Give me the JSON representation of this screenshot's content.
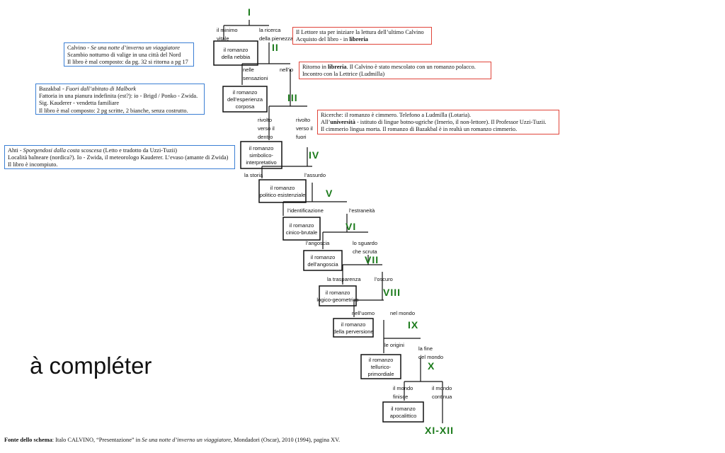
{
  "notes": {
    "calvino": {
      "title_a": "Calvino - ",
      "title_b": "Se una notte d’inverno un viaggiatore",
      "line2": "Scambio notturno di valige in una città del Nord",
      "line3": "Il libro è mal composto: da pg. 32 si ritorna a pg 17"
    },
    "bazakbal": {
      "title_a": "Bazakbal - ",
      "title_b": "Fuori dall’abitato di Malbork",
      "line2": "Fattoria in una pianura indefinita (est?): io - Brigd / Ponko - Zwida.",
      "line3": "Sig. Kauderer - vendetta familiare",
      "line4": "Il libro è mal composto: 2 pg scritte, 2 bianche, senza costrutto."
    },
    "ahti": {
      "title_a": "Ahti - ",
      "title_b": "Sporgendosi dalla costa scoscesa",
      "title_c": " (Letto e tradotto da Uzzi-Tuzii)",
      "line2": "Località balneare (nordica?). Io - Zwida, il meteorologo Kauderer. L’evaso (amante di Zwida)",
      "line3": "Il libro è incompiuto."
    },
    "lettore": {
      "line1": "Il Lettore sta per iniziare la lettura dell’ultimo Calvino",
      "line2_a": "Acquisto del libro - in ",
      "line2_b": "libreria"
    },
    "ritorno": {
      "line1_a": "Ritorno in ",
      "line1_b": "libreria",
      "line1_c": ". Il Calvino è stato mescolato con un romanzo polacco.",
      "line2": "Incontro con la Lettrice (Ludmilla)"
    },
    "ricerche": {
      "line1": "Ricerche: il romanzo è cimmero. Telefono a Ludmilla (Lotaria).",
      "line2_a": "All’",
      "line2_b": "università",
      "line2_c": " - istituto di lingue botno-ugriche (Irnerio, il non-lettore). Il Professor Uzzi-Tuzii.",
      "line3": "Il cimmerio lingua morta. Il romanzo di Bazakbal è in realtà un romanzo cimmerio."
    }
  },
  "tree": {
    "levels": [
      {
        "roman": "I",
        "left": [
          "il minimo",
          "vitale"
        ],
        "right": [
          "la ricerca",
          "della pienezza"
        ],
        "node": [
          "il romanzo",
          "della nebbia"
        ]
      },
      {
        "roman": "II",
        "left": [
          "nelle",
          "sensazioni"
        ],
        "right": [
          "nell’io"
        ],
        "node": [
          "il romanzo",
          "dell’esperienza",
          "corposa"
        ]
      },
      {
        "roman": "III",
        "left": [
          "rivolto",
          "verso il",
          "dentro"
        ],
        "right": [
          "rivolto",
          "verso il",
          "fuori"
        ],
        "node": [
          "il romanzo",
          "simbolico-",
          "interpretativo"
        ]
      },
      {
        "roman": "IV",
        "left": [
          "la storia"
        ],
        "right": [
          "l’assurdo"
        ],
        "node": [
          "il romanzo",
          "politico esistenziale"
        ]
      },
      {
        "roman": "V",
        "left": [
          "l’identificazione"
        ],
        "right": [
          "l’estraneità"
        ],
        "node": [
          "il romanzo",
          "cinico-brutale"
        ]
      },
      {
        "roman": "VI",
        "left": [
          "l’angoscia"
        ],
        "right": [
          "lo sguardo",
          "che scruta"
        ],
        "node": [
          "il romanzo",
          "dell’angoscia"
        ]
      },
      {
        "roman": "VII",
        "left": [
          "la trasparenza"
        ],
        "right": [
          "l’oscuro"
        ],
        "node": [
          "il romanzo",
          "logico-geometrico"
        ]
      },
      {
        "roman": "VIII",
        "left": [
          "nell’uomo"
        ],
        "right": [
          "nel mondo"
        ],
        "node": [
          "il romanzo",
          "della perversione"
        ]
      },
      {
        "roman": "IX",
        "left": [
          "le origini"
        ],
        "right": [
          "la fine",
          "del mondo"
        ],
        "node": [
          "il romanzo",
          "tellurico-",
          "primordiale"
        ]
      },
      {
        "roman": "X",
        "left": [
          "il mondo",
          "finisce"
        ],
        "right": [
          "il mondo",
          "continua"
        ],
        "node": [
          "il romanzo",
          "apocalittico"
        ]
      }
    ],
    "final_roman": "XI-XII"
  },
  "headline": "à compléter",
  "source": {
    "label": "Fonte dello schema",
    "text_a": ": Italo CALVINO, “Presentazione” in ",
    "text_b": "Se una notte d’inverno un viaggiatore",
    "text_c": ", Mondadori (Oscar), 2010 (1994), pagina XV."
  },
  "colors": {
    "roman": "#1a7a1a",
    "blue_border": "#3b7fd4",
    "red_border": "#e0453a"
  }
}
